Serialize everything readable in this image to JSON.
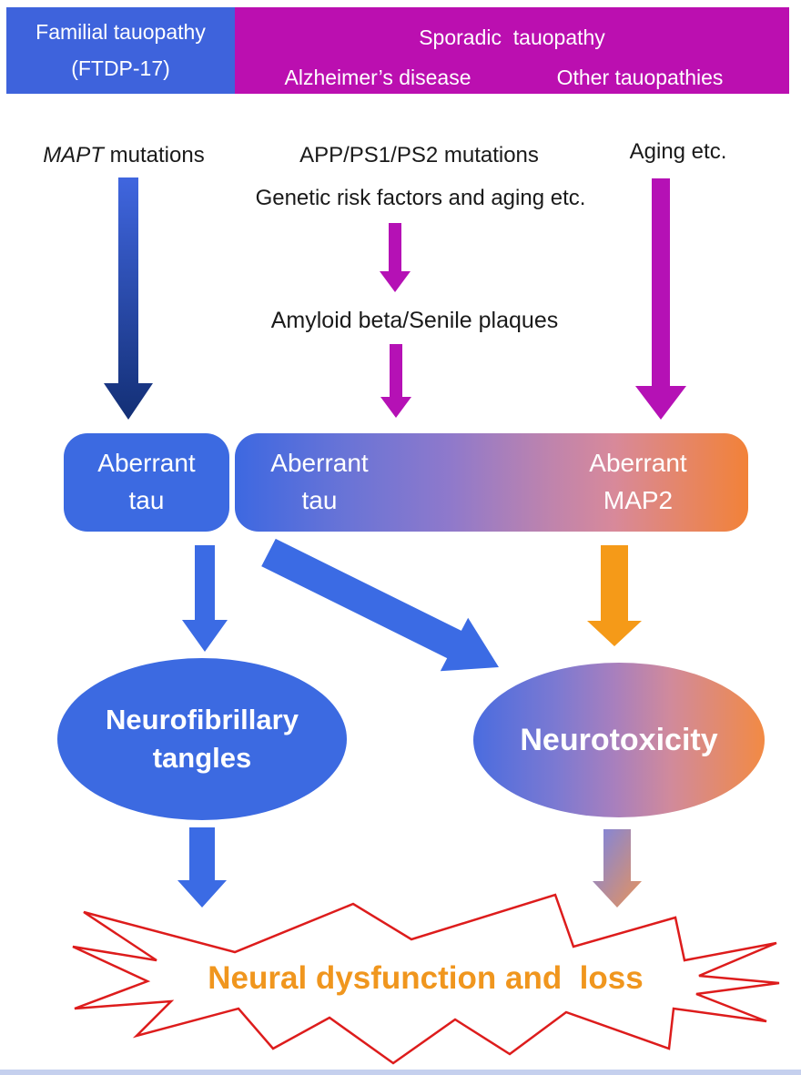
{
  "header": {
    "familial": {
      "line1": "Familial tauopathy",
      "line2": "(FTDP-17)"
    },
    "sporadic": {
      "title": "Sporadic  tauopathy",
      "sub1": "Alzheimer’s disease",
      "sub2": "Other tauopathies"
    }
  },
  "causes": {
    "mapt_gene": "MAPT",
    "mapt_rest": " mutations",
    "app": "APP/PS1/PS2 mutations",
    "aging": "Aging etc.",
    "genetic": "Genetic risk factors and aging etc.",
    "amyloid": "Amyloid beta/Senile plaques"
  },
  "boxes": {
    "aberrant_tau_left": {
      "line1": "Aberrant",
      "line2": "tau"
    },
    "aberrant_tau_mid": {
      "line1": "Aberrant",
      "line2": "tau"
    },
    "aberrant_map2": {
      "line1": "Aberrant",
      "line2": "MAP2"
    }
  },
  "outcomes": {
    "nft_line1": "Neurofibrillary",
    "nft_line2": "tangles",
    "neurotoxicity": "Neurotoxicity",
    "final": "Neural dysfunction and  loss"
  },
  "colors": {
    "header_blue": "#3E63DC",
    "header_magenta": "#BB0FB0",
    "box_blue": "#3C6AE1",
    "arrow_blue": "#3B6BE4",
    "magenta": "#B511B5",
    "orange": "#F59A18",
    "navy_gradient_top": "#4066DF",
    "navy_gradient_bottom": "#132F75",
    "gradient_left": "#3D68E1",
    "gradient_right": "#F28238",
    "star_red": "#DD1C1C",
    "star_text": "#F0961E"
  }
}
